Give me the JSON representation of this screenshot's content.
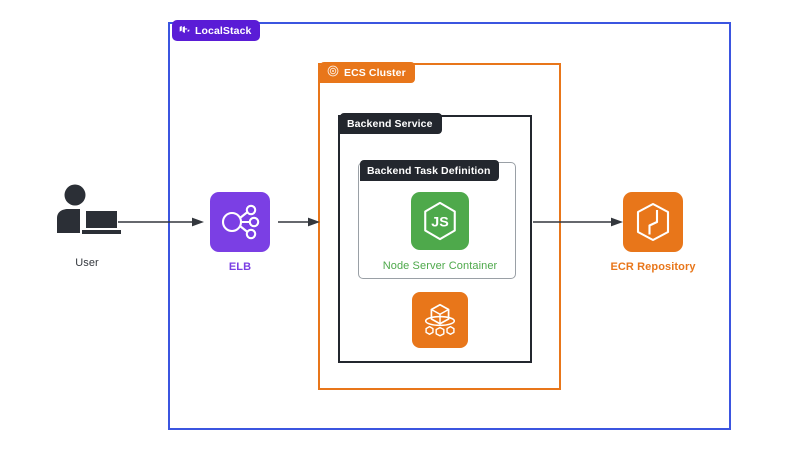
{
  "diagram": {
    "title": "LocalStack ECS architecture",
    "background": "#ffffff"
  },
  "containers": [
    {
      "id": "localstack",
      "label": "LocalStack",
      "icon": "localstack-icon",
      "border_color": "#3b55e0",
      "badge_color": "#5a1cd6",
      "badge_text_color": "#ffffff"
    },
    {
      "id": "ecs-cluster",
      "label": "ECS Cluster",
      "icon": "ecs-cluster-icon",
      "border_color": "#e8761a",
      "badge_color": "#e8761a",
      "badge_text_color": "#ffffff"
    },
    {
      "id": "backend-service",
      "label": "Backend Service",
      "icon": "none",
      "border_color": "#23272e",
      "badge_color": "#23272e",
      "badge_text_color": "#ffffff"
    },
    {
      "id": "backend-task-definition",
      "label": "Backend Task Definition",
      "icon": "none",
      "border_color": "#9aa0a6",
      "badge_color": "#23272e",
      "badge_text_color": "#ffffff"
    }
  ],
  "nodes": [
    {
      "id": "user",
      "label": "User",
      "icon": "user-laptop-icon",
      "color": "#33373d"
    },
    {
      "id": "elb",
      "label": "ELB",
      "icon": "load-balancer-icon",
      "color": "#7b3fe4"
    },
    {
      "id": "nodejs",
      "label": "Node Server Container",
      "icon": "nodejs-icon",
      "color": "#4ea94b"
    },
    {
      "id": "ecstask",
      "label": "",
      "icon": "ecs-service-icon",
      "color": "#e8761a"
    },
    {
      "id": "ecr",
      "label": "ECR Repository",
      "icon": "ecr-repository-icon",
      "color": "#e8761a"
    }
  ],
  "connections": [
    {
      "id": "user-to-elb",
      "from": "user",
      "to": "elb",
      "color": "#33373d"
    },
    {
      "id": "elb-to-cluster",
      "from": "elb",
      "to": "ecs-cluster",
      "color": "#33373d"
    },
    {
      "id": "service-to-ecr",
      "from": "backend-service",
      "to": "ecr",
      "color": "#33373d"
    }
  ]
}
